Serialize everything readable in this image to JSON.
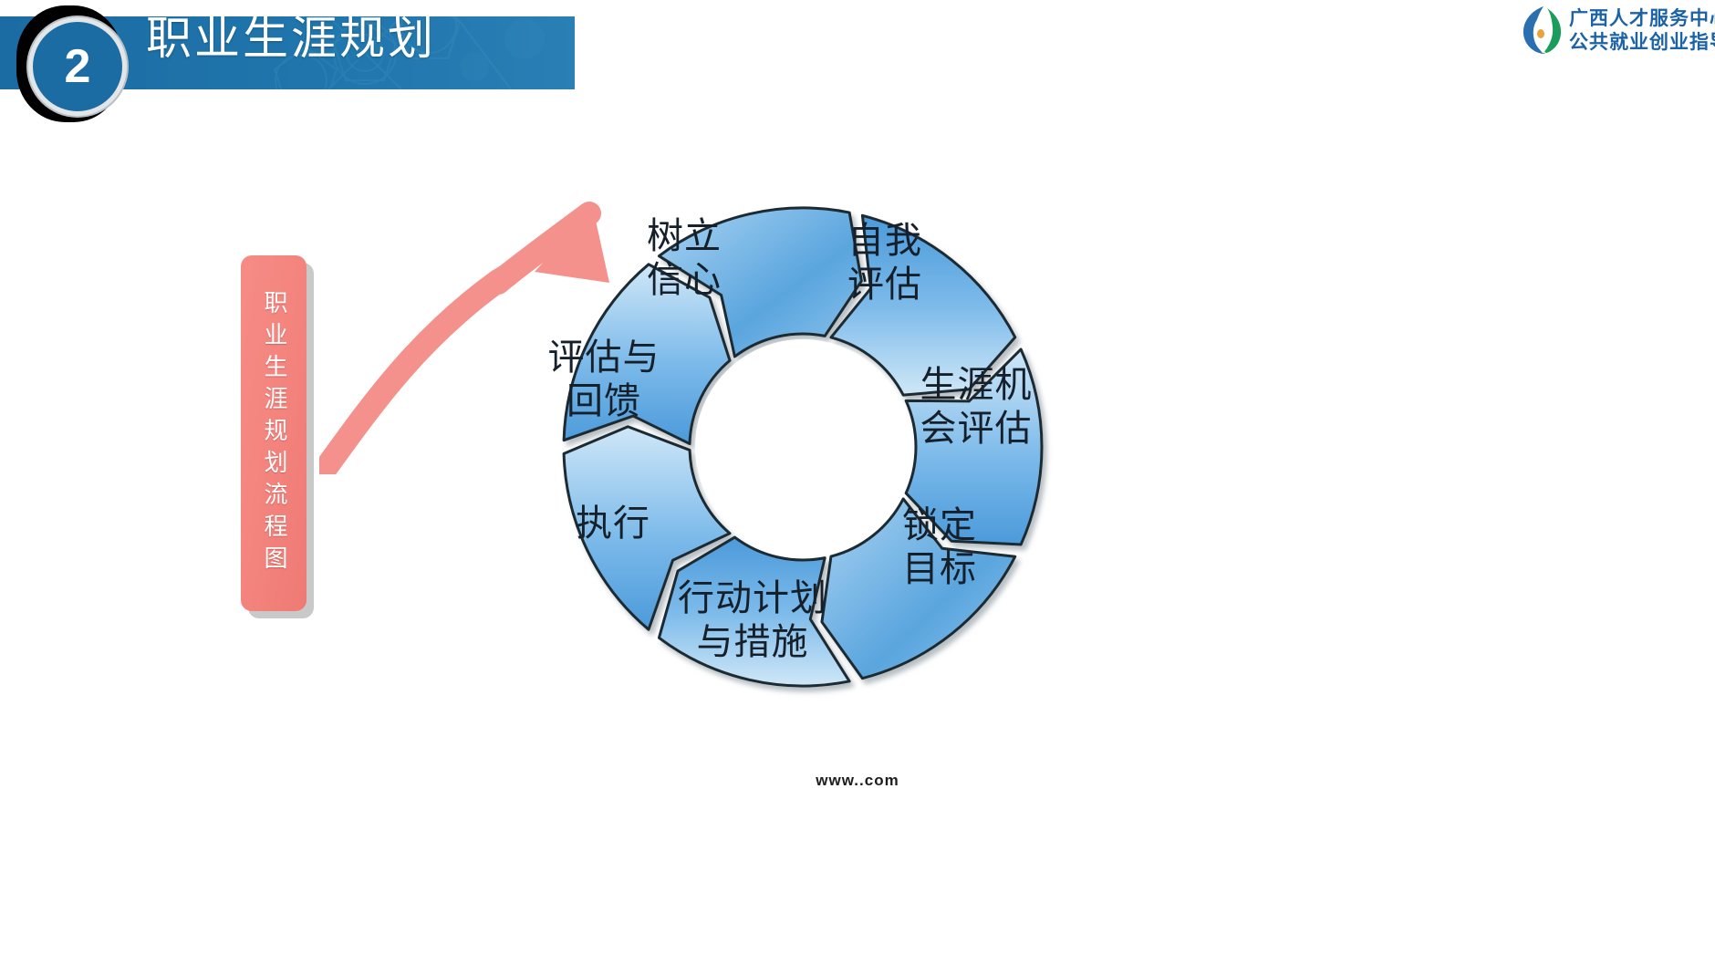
{
  "slide": {
    "background_color": "#ffffff",
    "footer_text": "www..com"
  },
  "header": {
    "badge_number": "2",
    "title": "职业生涯规划",
    "bar_color": "#1b6ca3",
    "title_color": "#ffffff"
  },
  "logo": {
    "line1": "广西人才服务中心",
    "line2": "公共就业创业指导",
    "text_color": "#1b62a8",
    "mark_name": "swoosh-logo-icon"
  },
  "side_label": {
    "text": "职业生涯规划流程图",
    "background_color": "#f4867f",
    "text_color": "#ffffff"
  },
  "entry_arrow": {
    "color": "#f4918c",
    "name": "pink-curved-arrow"
  },
  "chart_data": {
    "type": "diagram",
    "subtype": "cycle",
    "title": "职业生涯规划流程图",
    "direction": "clockwise",
    "segment_count": 7,
    "hub_color": "#ffffff",
    "segment_fill_start": "#5ba3db",
    "segment_fill_end": "#d8ecf9",
    "segment_stroke": "#1f2a33",
    "label_color": "#15202b",
    "nodes": [
      {
        "id": 1,
        "label": "树立\n信心",
        "angle_deg": 334,
        "label_x": 200,
        "label_y": 95,
        "fill": "#6fb2e2"
      },
      {
        "id": 2,
        "label": "自我\n评估",
        "angle_deg": 26,
        "label_x": 395,
        "label_y": 100,
        "fill": "#87c0e8"
      },
      {
        "id": 3,
        "label": "生涯机\n会评估",
        "angle_deg": 77,
        "label_x": 470,
        "label_y": 255,
        "fill": "#8cc3ea"
      },
      {
        "id": 4,
        "label": "锁定\n目标",
        "angle_deg": 129,
        "label_x": 450,
        "label_y": 430,
        "fill": "#79b8e5"
      },
      {
        "id": 5,
        "label": "行动计划\n与措施",
        "angle_deg": 180,
        "label_x": 222,
        "label_y": 505,
        "fill": "#6aafe0"
      },
      {
        "id": 6,
        "label": "执行",
        "angle_deg": 231,
        "label_x": 110,
        "label_y": 420,
        "fill": "#7ab9e6"
      },
      {
        "id": 7,
        "label": "评估与\n回馈",
        "angle_deg": 283,
        "label_x": 75,
        "label_y": 235,
        "fill": "#7bb9e6"
      }
    ]
  }
}
